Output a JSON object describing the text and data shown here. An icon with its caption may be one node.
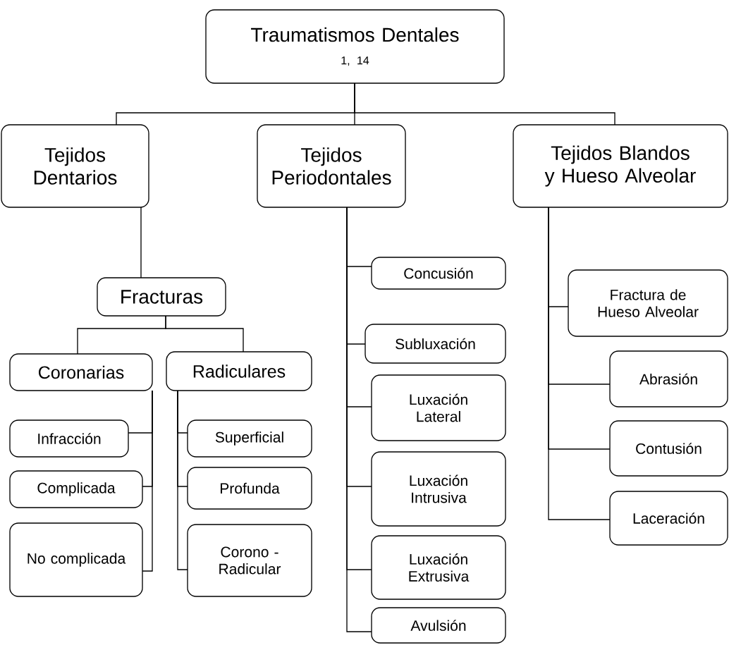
{
  "diagram": {
    "nodes": [
      {
        "text": [
          "Traumatismos Dentales",
          "1, 14"
        ]
      },
      {
        "text": [
          "Tejidos Dentarios"
        ]
      },
      {
        "text": [
          "Tejidos Periodontales"
        ]
      },
      {
        "text": [
          "Tejidos Blandos y Hueso Alveolar"
        ]
      },
      {
        "text": [
          "Fracturas"
        ]
      },
      {
        "text": [
          "Coronarias"
        ]
      },
      {
        "text": [
          "Radiculares"
        ]
      },
      {
        "text": [
          "Infracción"
        ]
      },
      {
        "text": [
          "Complicada"
        ]
      },
      {
        "text": [
          "No complicada"
        ]
      },
      {
        "text": [
          "Superficial"
        ]
      },
      {
        "text": [
          "Profunda"
        ]
      },
      {
        "text": [
          "Corono - Radicular"
        ]
      },
      {
        "text": [
          "Concusión"
        ]
      },
      {
        "text": [
          "Subluxación"
        ]
      },
      {
        "text": [
          "Luxación Lateral"
        ]
      },
      {
        "text": [
          "Luxación Intrusiva"
        ]
      },
      {
        "text": [
          "Luxación Extrusiva"
        ]
      },
      {
        "text": [
          "Avulsión"
        ]
      },
      {
        "text": [
          "Fractura de Hueso Alveolar"
        ]
      },
      {
        "text": [
          "Abrasión"
        ]
      },
      {
        "text": [
          "Contusión"
        ]
      },
      {
        "text": [
          "Laceración"
        ]
      }
    ],
    "edges": [
      {
        "from": 0,
        "to": 1,
        "arrow": "none"
      },
      {
        "from": 0,
        "to": 2,
        "arrow": "none"
      },
      {
        "from": 0,
        "to": 3,
        "arrow": "none"
      },
      {
        "from": 1,
        "to": 4,
        "arrow": "none"
      },
      {
        "from": 4,
        "to": 5,
        "arrow": "none"
      },
      {
        "from": 4,
        "to": 6,
        "arrow": "none"
      },
      {
        "from": 5,
        "to": 7,
        "arrow": "none"
      },
      {
        "from": 5,
        "to": 8,
        "arrow": "none"
      },
      {
        "from": 5,
        "to": 9,
        "arrow": "none"
      },
      {
        "from": 6,
        "to": 10,
        "arrow": "none"
      },
      {
        "from": 6,
        "to": 11,
        "arrow": "none"
      },
      {
        "from": 6,
        "to": 12,
        "arrow": "none"
      },
      {
        "from": 2,
        "to": 13,
        "arrow": "none"
      },
      {
        "from": 2,
        "to": 14,
        "arrow": "none"
      },
      {
        "from": 2,
        "to": 15,
        "arrow": "none"
      },
      {
        "from": 2,
        "to": 16,
        "arrow": "none"
      },
      {
        "from": 2,
        "to": 17,
        "arrow": "none"
      },
      {
        "from": 2,
        "to": 18,
        "arrow": "none"
      },
      {
        "from": 3,
        "to": 19,
        "arrow": "none"
      },
      {
        "from": 3,
        "to": 20,
        "arrow": "none"
      },
      {
        "from": 3,
        "to": 21,
        "arrow": "none"
      },
      {
        "from": 3,
        "to": 22,
        "arrow": "none"
      }
    ]
  }
}
